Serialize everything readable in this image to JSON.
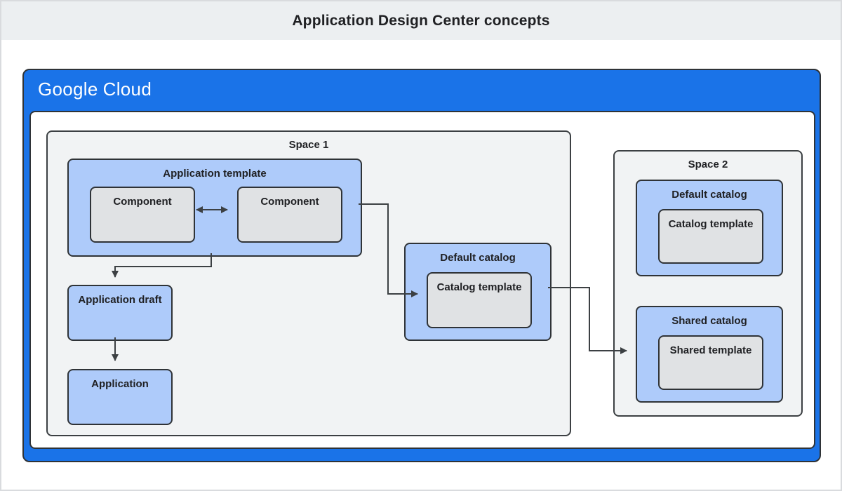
{
  "title": "Application Design Center concepts",
  "brand": {
    "word1": "Google",
    "word2": "Cloud"
  },
  "space1": {
    "label": "Space 1",
    "application_template": {
      "label": "Application template"
    },
    "component_left": {
      "label": "Component"
    },
    "component_right": {
      "label": "Component"
    },
    "application_draft": {
      "label": "Application draft"
    },
    "application": {
      "label": "Application"
    },
    "default_catalog": {
      "label": "Default catalog"
    },
    "catalog_template": {
      "label": "Catalog template"
    }
  },
  "space2": {
    "label": "Space 2",
    "default_catalog": {
      "label": "Default catalog"
    },
    "catalog_template": {
      "label": "Catalog template"
    },
    "shared_catalog": {
      "label": "Shared catalog"
    },
    "shared_template": {
      "label": "Shared template"
    }
  },
  "connections": [
    {
      "from": "component-left",
      "to": "component-right",
      "style": "bidirectional-arrow"
    },
    {
      "from": "application-template",
      "to": "application-draft",
      "style": "arrow"
    },
    {
      "from": "application-draft",
      "to": "application",
      "style": "arrow"
    },
    {
      "from": "application-template",
      "to": "space1-catalog-template",
      "style": "arrow"
    },
    {
      "from": "space1-default-catalog",
      "to": "space2-shared-catalog",
      "style": "arrow"
    }
  ],
  "colors": {
    "google_blue": "#1a73e8",
    "node_blue": "#aecbfa",
    "node_gray": "#e0e2e4",
    "space_gray": "#f1f3f4",
    "title_band": "#eceff1",
    "border_dark": "#2f3337",
    "connector": "#3c4043",
    "text": "#202124",
    "logo_text": "#ffffff"
  }
}
